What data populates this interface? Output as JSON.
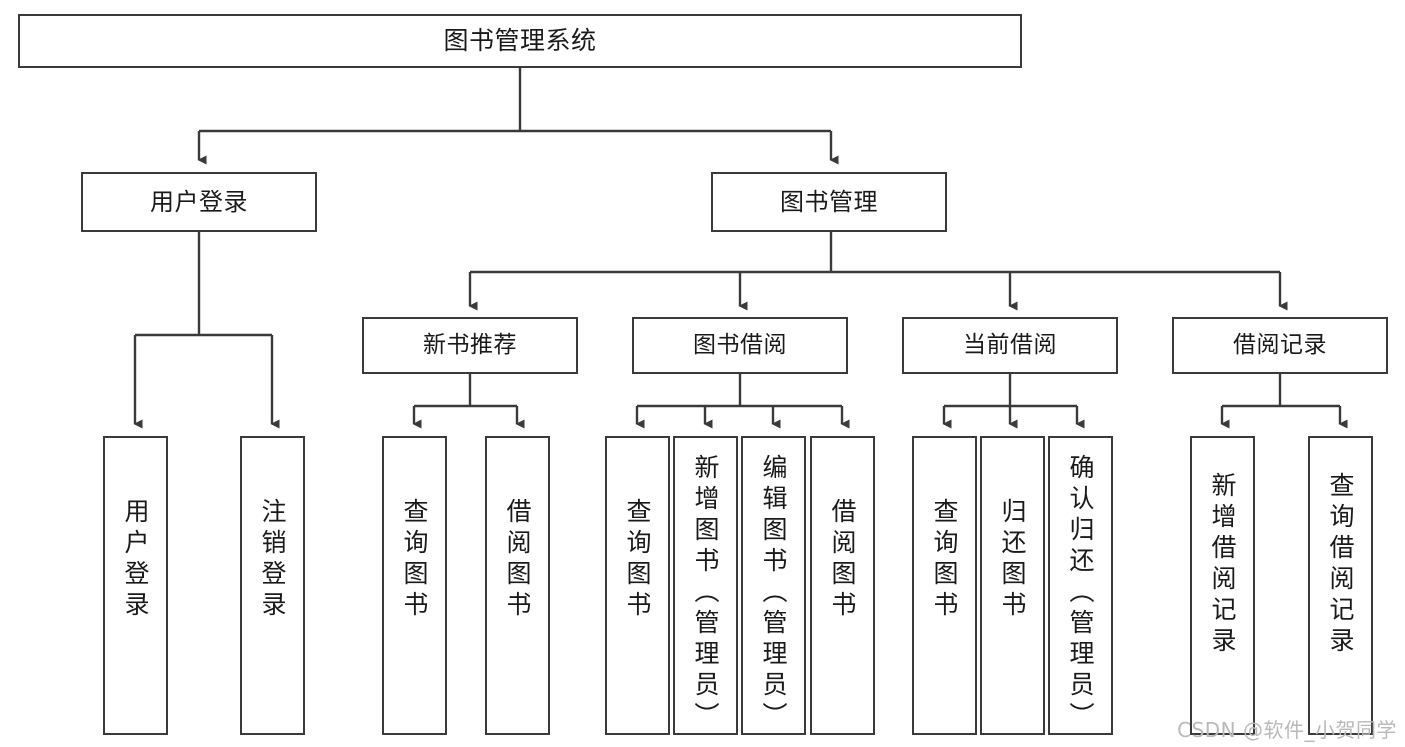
{
  "diagram": {
    "type": "tree",
    "title": "图书管理系统",
    "root": {
      "label": "图书管理系统"
    },
    "level1": [
      {
        "label": "用户登录"
      },
      {
        "label": "图书管理"
      }
    ],
    "level2": [
      {
        "label": "新书推荐"
      },
      {
        "label": "图书借阅"
      },
      {
        "label": "当前借阅"
      },
      {
        "label": "借阅记录"
      }
    ],
    "leaves": {
      "user_login": [
        {
          "label": "用户登录"
        },
        {
          "label": "注销登录"
        }
      ],
      "new_book": [
        {
          "label": "查询图书"
        },
        {
          "label": "借阅图书"
        }
      ],
      "book_borrow": [
        {
          "label": "查询图书"
        },
        {
          "label": "新增图书（管理员）"
        },
        {
          "label": "编辑图书（管理员）"
        },
        {
          "label": "借阅图书"
        }
      ],
      "current_borrow": [
        {
          "label": "查询图书"
        },
        {
          "label": "归还图书"
        },
        {
          "label": "确认归还（管理员）"
        }
      ],
      "borrow_record": [
        {
          "label": "新增借阅记录"
        },
        {
          "label": "查询借阅记录"
        }
      ]
    }
  },
  "watermark": {
    "text": "CSDN @软件_小贺同学"
  },
  "colors": {
    "border": "#3a3a3a",
    "text": "#1a1a1a",
    "background": "#ffffff",
    "watermark": "#b9b9b9"
  }
}
